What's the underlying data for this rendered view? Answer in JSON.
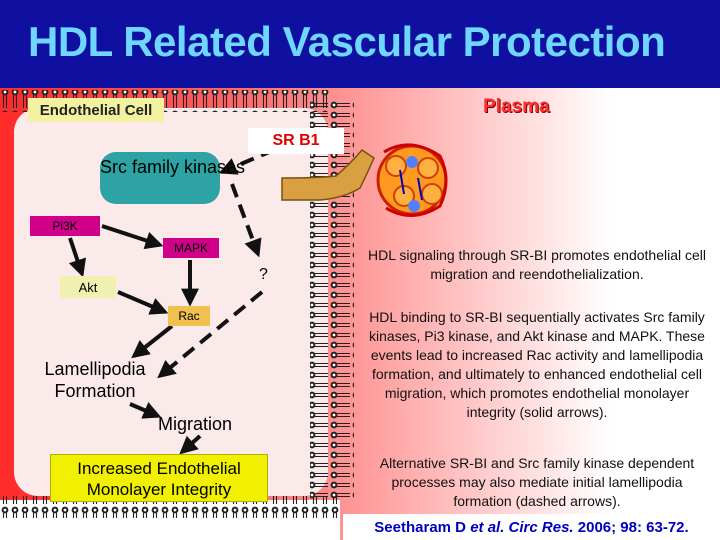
{
  "title": "HDL Related Vascular Protection",
  "labels": {
    "endothelial_cell": "Endothelial Cell",
    "plasma": "Plasma",
    "sr_b1": "SR B1"
  },
  "nodes": {
    "src_family_kinases": "Src family kinases",
    "pi3k": "Pi3K",
    "mapk": "MAPK",
    "akt": "Akt",
    "rac": "Rac",
    "unknown": "?",
    "lamellipodia_formation": "Lamellipodia Formation",
    "migration": "Migration",
    "increased_integrity": "Increased Endothelial Monolayer Integrity"
  },
  "description": {
    "p1": "HDL signaling through SR-BI promotes endothelial cell migration and reendothelialization.",
    "p2": "HDL binding to SR-BI sequentially activates Src family kinases, Pi3 kinase, and Akt kinase and MAPK. These events lead to increased Rac activity and lamellipodia formation, and ultimately to enhanced endothelial cell migration, which promotes endothelial monolayer integrity (solid arrows).",
    "p3": "Alternative SR-BI and Src family kinase dependent processes may also mediate initial lamellipodia formation (dashed arrows)."
  },
  "citation": {
    "authors": "Seetharam D",
    "etal": "et al.",
    "journal": "Circ Res.",
    "details": "2006; 98: 63-72."
  },
  "colors": {
    "header_bg": "#1010a0",
    "title": "#6fd7ff",
    "plasma_label": "#ff3030",
    "sr_b1": "#e00000",
    "src_box": "#2ea3a3",
    "kinase_box": "#d0008a",
    "akt_box": "#f0f0b0",
    "rac_box": "#f0c050",
    "integrity_box": "#f0f000",
    "citation": "#0000c0"
  }
}
